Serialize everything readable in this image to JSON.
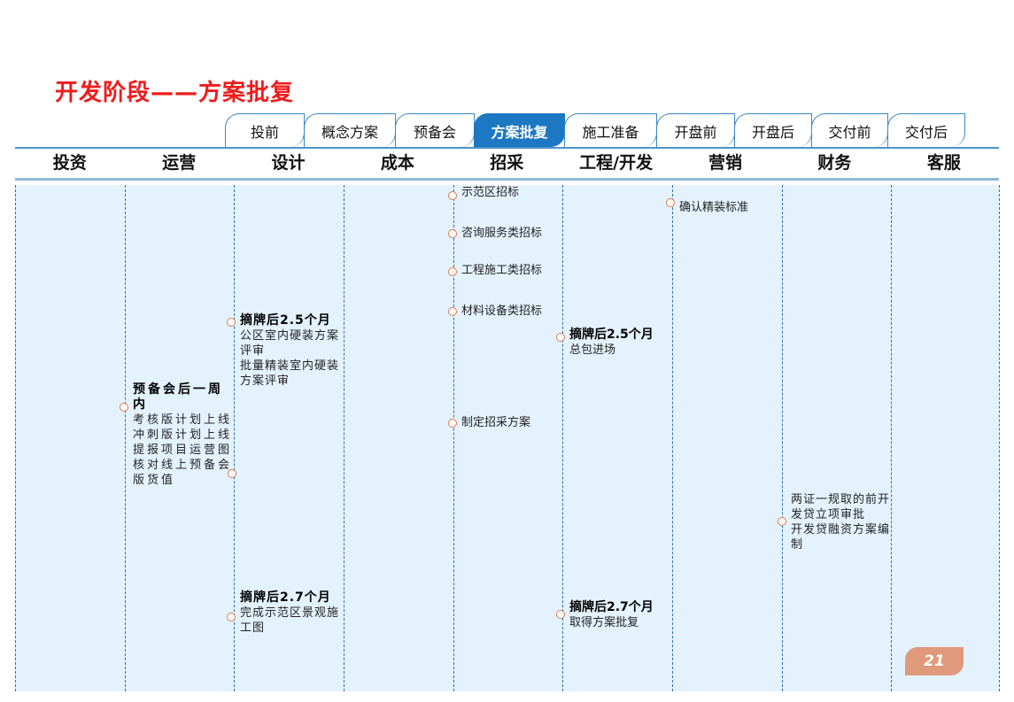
{
  "title": "开发阶段——方案批复",
  "tabs": [
    {
      "label": "投前",
      "width": 90,
      "active": false
    },
    {
      "label": "概念方案",
      "width": 104,
      "active": false
    },
    {
      "label": "预备会",
      "width": 90,
      "active": false
    },
    {
      "label": "方案批复",
      "width": 103,
      "active": true
    },
    {
      "label": "施工准备",
      "width": 105,
      "active": false
    },
    {
      "label": "开盘前",
      "width": 89,
      "active": false
    },
    {
      "label": "开盘后",
      "width": 88,
      "active": false
    },
    {
      "label": "交付前",
      "width": 87,
      "active": false
    },
    {
      "label": "交付后",
      "width": 88,
      "active": false
    }
  ],
  "columns": [
    "投资",
    "运营",
    "设计",
    "成本",
    "招采",
    "工程/开发",
    "营销",
    "财务",
    "客服"
  ],
  "items": {
    "yunying": {
      "head": "预备会后一周内",
      "lines": [
        "考核版计划上线",
        "冲刺版计划上线提报项目运营图核对线上预备会版货值"
      ]
    },
    "sheji_1": {
      "head": "摘牌后2.5个月",
      "lines": [
        "公区室内硬装方案评审",
        "批量精装室内硬装方案评审"
      ]
    },
    "sheji_2": {
      "head": "摘牌后2.7个月",
      "lines": [
        "完成示范区景观施工图"
      ]
    },
    "zhaocai": [
      "示范区招标",
      "咨询服务类招标",
      "工程施工类招标",
      "材料设备类招标",
      "制定招采方案"
    ],
    "gongcheng_1": {
      "head": "摘牌后2.5个月",
      "lines": [
        "总包进场"
      ]
    },
    "gongcheng_2": {
      "head": "摘牌后2.7个月",
      "lines": [
        "取得方案批复"
      ]
    },
    "yingxiao": [
      "确认精装标准"
    ],
    "caiwu": {
      "lines": [
        "两证一规取的前开发贷立项审批",
        "开发贷融资方案编制"
      ]
    }
  },
  "page_number": "21",
  "colors": {
    "title": "#ee1c1c",
    "active_tab": "#1c78c2",
    "grid_bg": "#e4f2fd",
    "dot_border": "#e07a4a",
    "page_badge": "#df9a7c"
  }
}
